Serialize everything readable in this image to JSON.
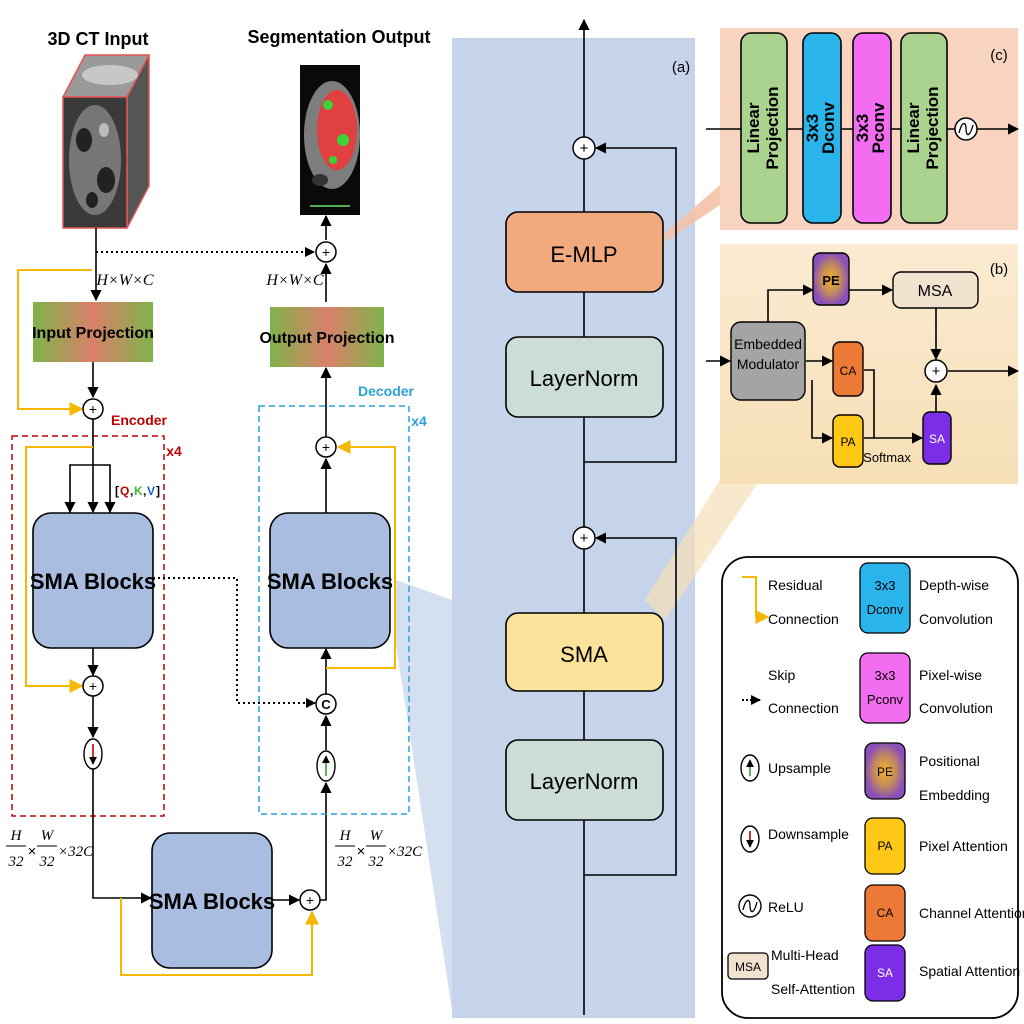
{
  "left": {
    "input_title": "3D CT Input",
    "output_title": "Segmentation Output",
    "dim_in": "H×W×C",
    "dim_out": "H×W×C",
    "input_projection": "Input Projection",
    "output_projection": "Output Projection",
    "encoder": "Encoder",
    "decoder": "Decoder",
    "encoder_repeat": "x4",
    "decoder_repeat": "x4",
    "qkv_q": "Q",
    "qkv_k": "K",
    "qkv_v": "V",
    "enc_blocks": "SMA Blocks",
    "dec_blocks": "SMA Blocks",
    "bottleneck_blocks": "SMA Blocks",
    "concat": "C",
    "frac_H": "H",
    "frac_W": "W",
    "frac_32": "32",
    "times": "×",
    "times32C": "×32C"
  },
  "middle": {
    "label": "(a)",
    "emlp": "E-MLP",
    "layernorm_top": "LayerNorm",
    "sma": "SMA",
    "layernorm_bottom": "LayerNorm"
  },
  "panel_c": {
    "label": "(c)",
    "linear1_a": "Linear",
    "linear1_b": "Projection",
    "dconv_a": "3x3",
    "dconv_b": "Dconv",
    "pconv_a": "3x3",
    "pconv_b": "Pconv",
    "linear2_a": "Linear",
    "linear2_b": "Projection"
  },
  "panel_b": {
    "label": "(b)",
    "pe": "PE",
    "msa": "MSA",
    "modulator_a": "Embedded",
    "modulator_b": "Modulator",
    "ca": "CA",
    "pa": "PA",
    "sa": "SA",
    "softmax": "Softmax"
  },
  "legend": {
    "residual_a": "Residual",
    "residual_b": "Connection",
    "dconv_icon_a": "3x3",
    "dconv_icon_b": "Dconv",
    "depthwise_a": "Depth-wise",
    "depthwise_b": "Convolution",
    "skip_a": "Skip",
    "skip_b": "Connection",
    "pconv_icon_a": "3x3",
    "pconv_icon_b": "Pconv",
    "pixelwise_a": "Pixel-wise",
    "pixelwise_b": "Convolution",
    "upsample": "Upsample",
    "pe_icon": "PE",
    "positional_a": "Positional",
    "positional_b": "Embedding",
    "downsample": "Downsample",
    "pa_icon": "PA",
    "pixel_attention": "Pixel Attention",
    "relu": "ReLU",
    "ca_icon": "CA",
    "channel_attention": "Channel Attention",
    "msa_icon": "MSA",
    "multihead_a": "Multi-Head",
    "multihead_b": "Self-Attention",
    "sa_icon": "SA",
    "spatial_attention": "Spatial Attention"
  },
  "colors": {
    "residual": "#f5b800",
    "encoder_border": "#c00000",
    "decoder_border": "#29a3d6",
    "sma_block": "#a8bde0",
    "panel_bg": "#c5d4ea",
    "emlp": "#f1a97e",
    "layernorm": "#ccdcd6",
    "sma": "#fbe29a",
    "linear_projection": "#a9d38f",
    "dconv": "#29b5ec",
    "pconv": "#f36df0",
    "ca": "#ec7a36",
    "pa": "#ffc817",
    "sa": "#7b2ee6",
    "msa": "#f1e2d0",
    "modulator": "#a4a4a4"
  }
}
